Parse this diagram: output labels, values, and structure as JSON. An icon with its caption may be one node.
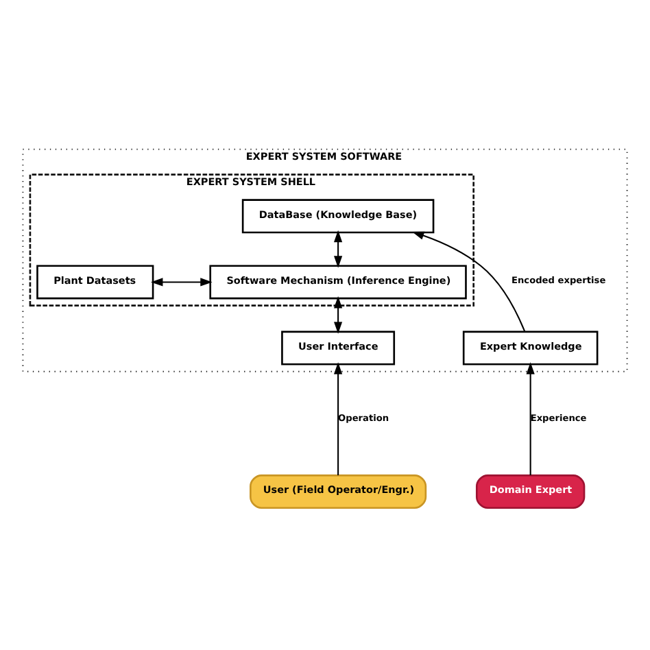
{
  "diagram": {
    "nodes": [
      {
        "text": [
          "EXPERT SYSTEM SOFTWARE"
        ]
      },
      {
        "text": [
          "EXPERT SYSTEM SHELL"
        ],
        "in": 0
      },
      {
        "text": [
          "DataBase (Knowledge Base)"
        ],
        "in": 1
      },
      {
        "text": [
          "Plant Datasets"
        ],
        "in": 1
      },
      {
        "text": [
          "Software Mechanism (Inference Engine)"
        ],
        "in": 1
      },
      {
        "text": [
          "Expert Knowledge"
        ],
        "in": 0
      },
      {
        "text": [
          "User Interface"
        ],
        "in": 0
      },
      {
        "text": [
          "User (Field Operator/Engr.)"
        ]
      },
      {
        "text": [
          "Domain Expert"
        ]
      }
    ],
    "edges": [
      {
        "from": 5,
        "to": 2,
        "arrow": "to",
        "label": "Encoded expertise"
      },
      {
        "from": 4,
        "to": 2,
        "arrow": "both"
      },
      {
        "from": 3,
        "to": 4,
        "arrow": "both"
      },
      {
        "from": 6,
        "to": 4,
        "arrow": "both"
      },
      {
        "from": 7,
        "to": 6,
        "arrow": "to",
        "label": "Operation"
      },
      {
        "from": 8,
        "to": 5,
        "arrow": "to",
        "label": "Experience"
      }
    ]
  }
}
